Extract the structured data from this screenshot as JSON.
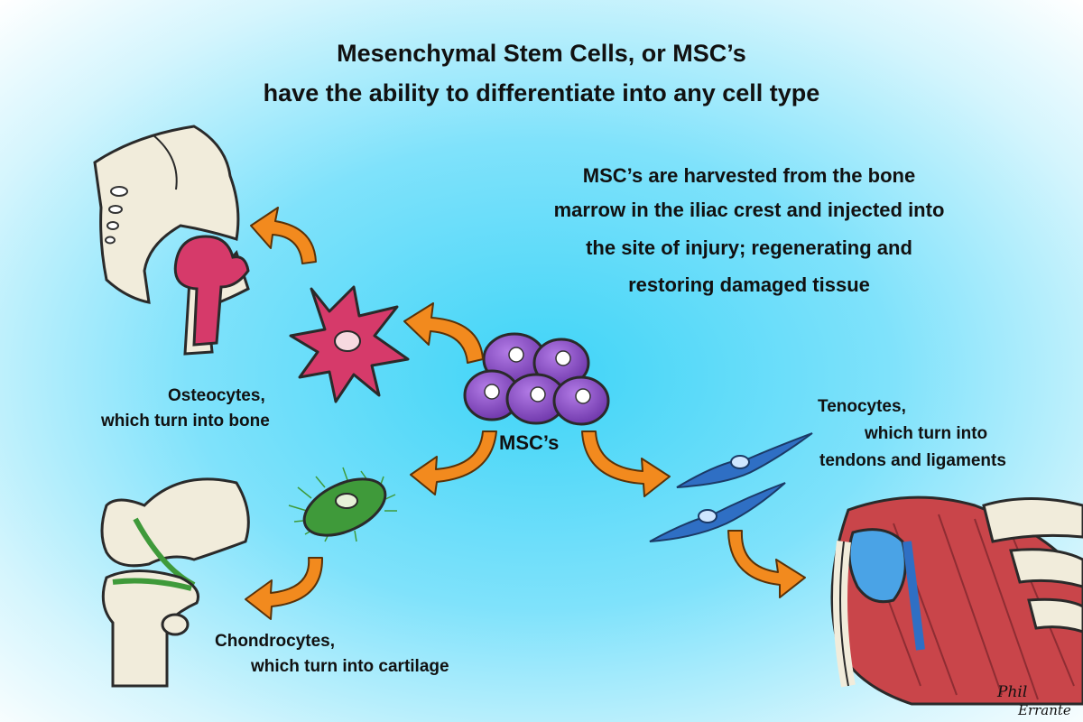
{
  "title": {
    "line1": "Mesenchymal Stem Cells, or MSC’s",
    "line2": "have the ability to differentiate into any cell type"
  },
  "info": {
    "line1": "MSC’s are harvested from the bone",
    "line2": "marrow in the iliac crest and injected into",
    "line3": "the site of injury; regenerating and",
    "line4": "restoring damaged tissue"
  },
  "center": {
    "label": "MSC’s"
  },
  "osteocytes": {
    "name": "Osteocytes,",
    "desc": "which turn into bone"
  },
  "chondrocytes": {
    "name": "Chondrocytes,",
    "desc": "which turn into cartilage"
  },
  "tenocytes": {
    "name": "Tenocytes,",
    "desc1": "which turn into",
    "desc2": "tendons and ligaments"
  },
  "signature": {
    "line1": "Phil",
    "line2": "Errante"
  },
  "colors": {
    "background_center": "#3fd4f7",
    "background_edge": "#ffffff",
    "arrow": "#f28a1e",
    "msc_cell": "#8b4fc7",
    "osteocyte": "#d63a6a",
    "chondrocyte": "#3f9a3a",
    "tenocyte": "#2f6fc4",
    "bone": "#f1ecdb"
  }
}
